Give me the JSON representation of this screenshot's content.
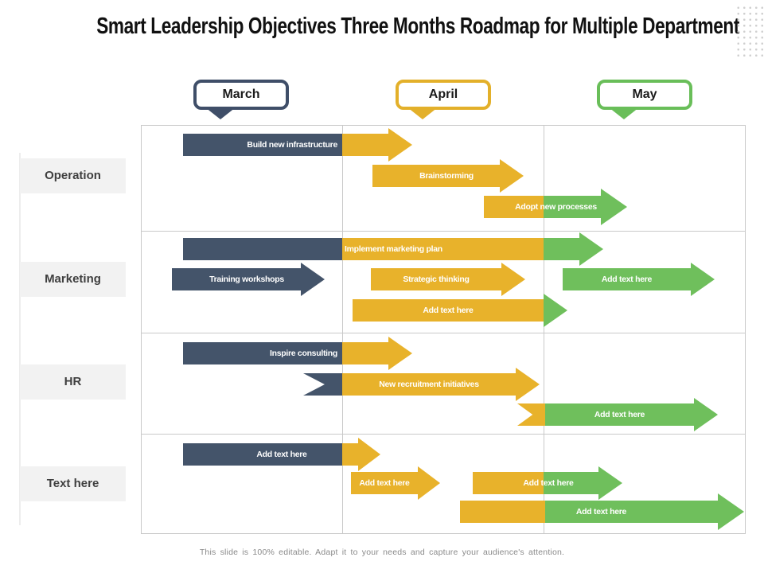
{
  "title": "Smart Leadership Objectives Three Months Roadmap for Multiple Department",
  "footer": "This slide is 100% editable. Adapt it to your needs and capture your audience's attention.",
  "colors": {
    "navy": "#44546A",
    "yellow": "#E8B22B",
    "green": "#6FBF5C",
    "grid_line": "#C9C9C9",
    "row_label_bg": "#F2F2F2"
  },
  "months": [
    {
      "label": "March",
      "color": "#3F4E68"
    },
    {
      "label": "April",
      "color": "#E3B02A"
    },
    {
      "label": "May",
      "color": "#69BE59"
    }
  ],
  "rows": [
    {
      "label": "Operation"
    },
    {
      "label": "Marketing"
    },
    {
      "label": "HR"
    },
    {
      "label": "Text here"
    }
  ],
  "bars": [
    {
      "row": "Operation",
      "label": "Build new infrastructure",
      "colors": [
        "navy",
        "yellow"
      ]
    },
    {
      "row": "Operation",
      "label": "Brainstorming",
      "colors": [
        "yellow"
      ]
    },
    {
      "row": "Operation",
      "label": "Adopt new processes",
      "colors": [
        "yellow",
        "green"
      ]
    },
    {
      "row": "Marketing",
      "label": "Implement marketing plan",
      "colors": [
        "navy",
        "yellow",
        "green"
      ]
    },
    {
      "row": "Marketing",
      "label": "Training workshops",
      "colors": [
        "navy"
      ]
    },
    {
      "row": "Marketing",
      "label": "Strategic thinking",
      "colors": [
        "yellow"
      ]
    },
    {
      "row": "Marketing",
      "label": "Add text here",
      "colors": [
        "yellow",
        "green"
      ]
    },
    {
      "row": "Marketing",
      "label": "Add text here",
      "colors": [
        "green"
      ]
    },
    {
      "row": "HR",
      "label": "Inspire consulting",
      "colors": [
        "navy",
        "yellow"
      ]
    },
    {
      "row": "HR",
      "label": "New recruitment initiatives",
      "colors": [
        "navy",
        "yellow"
      ]
    },
    {
      "row": "HR",
      "label": "Add text here",
      "colors": [
        "yellow",
        "green"
      ]
    },
    {
      "row": "Text here",
      "label": "Add text here",
      "colors": [
        "navy",
        "yellow"
      ]
    },
    {
      "row": "Text here",
      "label": "Add text here",
      "colors": [
        "yellow"
      ]
    },
    {
      "row": "Text here",
      "label": "Add text here",
      "colors": [
        "yellow",
        "green"
      ]
    },
    {
      "row": "Text here",
      "label": "Add text here",
      "colors": [
        "yellow",
        "green"
      ]
    }
  ]
}
